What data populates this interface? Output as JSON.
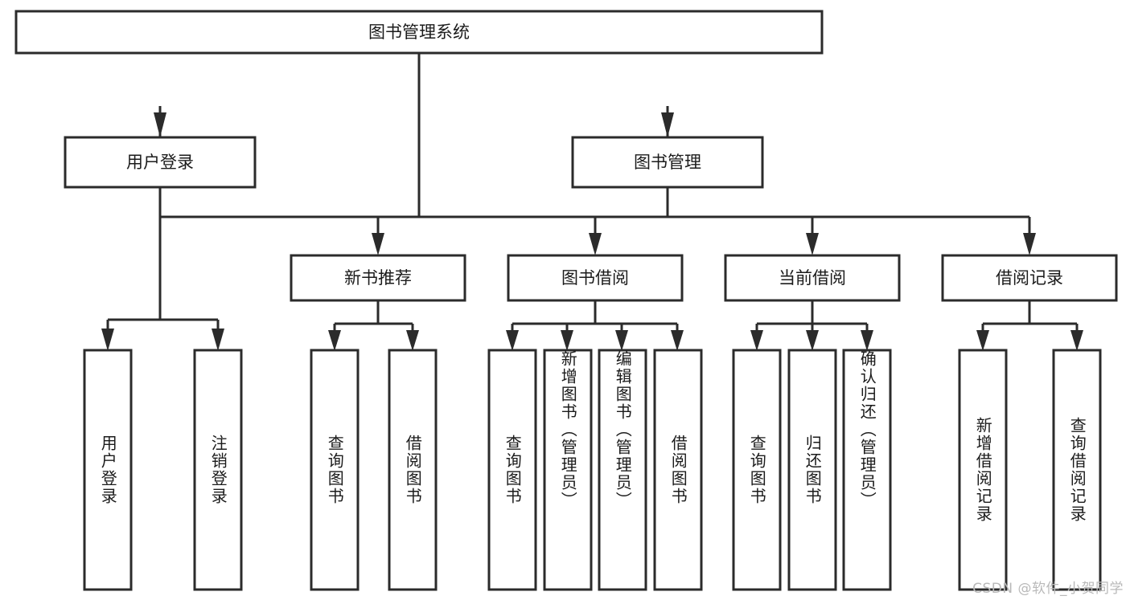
{
  "diagram": {
    "type": "tree-hierarchy-chart",
    "title": "图书管理系统",
    "root": {
      "label": "图书管理系统",
      "level": 1
    },
    "level2": [
      {
        "label": "用户登录"
      },
      {
        "label": "图书管理"
      }
    ],
    "level3": [
      {
        "label": "新书推荐",
        "parent": "图书管理"
      },
      {
        "label": "图书借阅",
        "parent": "图书管理"
      },
      {
        "label": "当前借阅",
        "parent": "图书管理"
      },
      {
        "label": "借阅记录",
        "parent": "图书管理"
      }
    ],
    "leaves": {
      "user_login": [
        {
          "label": "用户登录"
        },
        {
          "label": "注销登录"
        }
      ],
      "new_book": [
        {
          "label": "查询图书"
        },
        {
          "label": "借阅图书"
        }
      ],
      "book_borrow": [
        {
          "label": "查询图书"
        },
        {
          "label": "新增图书（管理员）"
        },
        {
          "label": "编辑图书（管理员）"
        },
        {
          "label": "借阅图书"
        }
      ],
      "current_borrow": [
        {
          "label": "查询图书"
        },
        {
          "label": "归还图书"
        },
        {
          "label": "确认归还（管理员）"
        }
      ],
      "borrow_record": [
        {
          "label": "新增借阅记录"
        },
        {
          "label": "查询借阅记录"
        }
      ]
    }
  },
  "watermark": {
    "text": "CSDN @软件_小贺同学"
  },
  "colors": {
    "stroke": "#2b2b2b",
    "fill": "#ffffff",
    "text": "#1b1b1b",
    "watermark": "#b9b9b9"
  }
}
